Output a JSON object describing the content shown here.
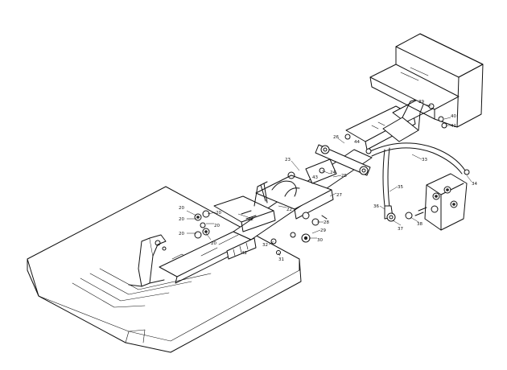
{
  "title": "",
  "callouts": [
    {
      "id": "c1",
      "text": "20"
    },
    {
      "id": "c2",
      "text": "20"
    },
    {
      "id": "c3",
      "text": "20"
    },
    {
      "id": "c4",
      "text": "20"
    },
    {
      "id": "c5",
      "text": "20"
    },
    {
      "id": "c6",
      "text": "20"
    },
    {
      "id": "c7",
      "text": "22"
    },
    {
      "id": "c8",
      "text": "22"
    },
    {
      "id": "c9",
      "text": "23"
    },
    {
      "id": "c10",
      "text": "24"
    },
    {
      "id": "c11",
      "text": "25"
    },
    {
      "id": "c12",
      "text": "26"
    },
    {
      "id": "c13",
      "text": "27"
    },
    {
      "id": "c14",
      "text": "28"
    },
    {
      "id": "c15",
      "text": "29"
    },
    {
      "id": "c16",
      "text": "30"
    },
    {
      "id": "c17",
      "text": "31"
    },
    {
      "id": "c18",
      "text": "32"
    },
    {
      "id": "c19",
      "text": "33"
    },
    {
      "id": "c20",
      "text": "34"
    },
    {
      "id": "c21",
      "text": "35"
    },
    {
      "id": "c22",
      "text": "36"
    },
    {
      "id": "c23",
      "text": "37"
    },
    {
      "id": "c24",
      "text": "38"
    },
    {
      "id": "c25",
      "text": "39"
    },
    {
      "id": "c26",
      "text": "40"
    },
    {
      "id": "c27",
      "text": "41"
    },
    {
      "id": "c28",
      "text": "42"
    },
    {
      "id": "c29",
      "text": "43"
    },
    {
      "id": "c30",
      "text": "44"
    }
  ]
}
